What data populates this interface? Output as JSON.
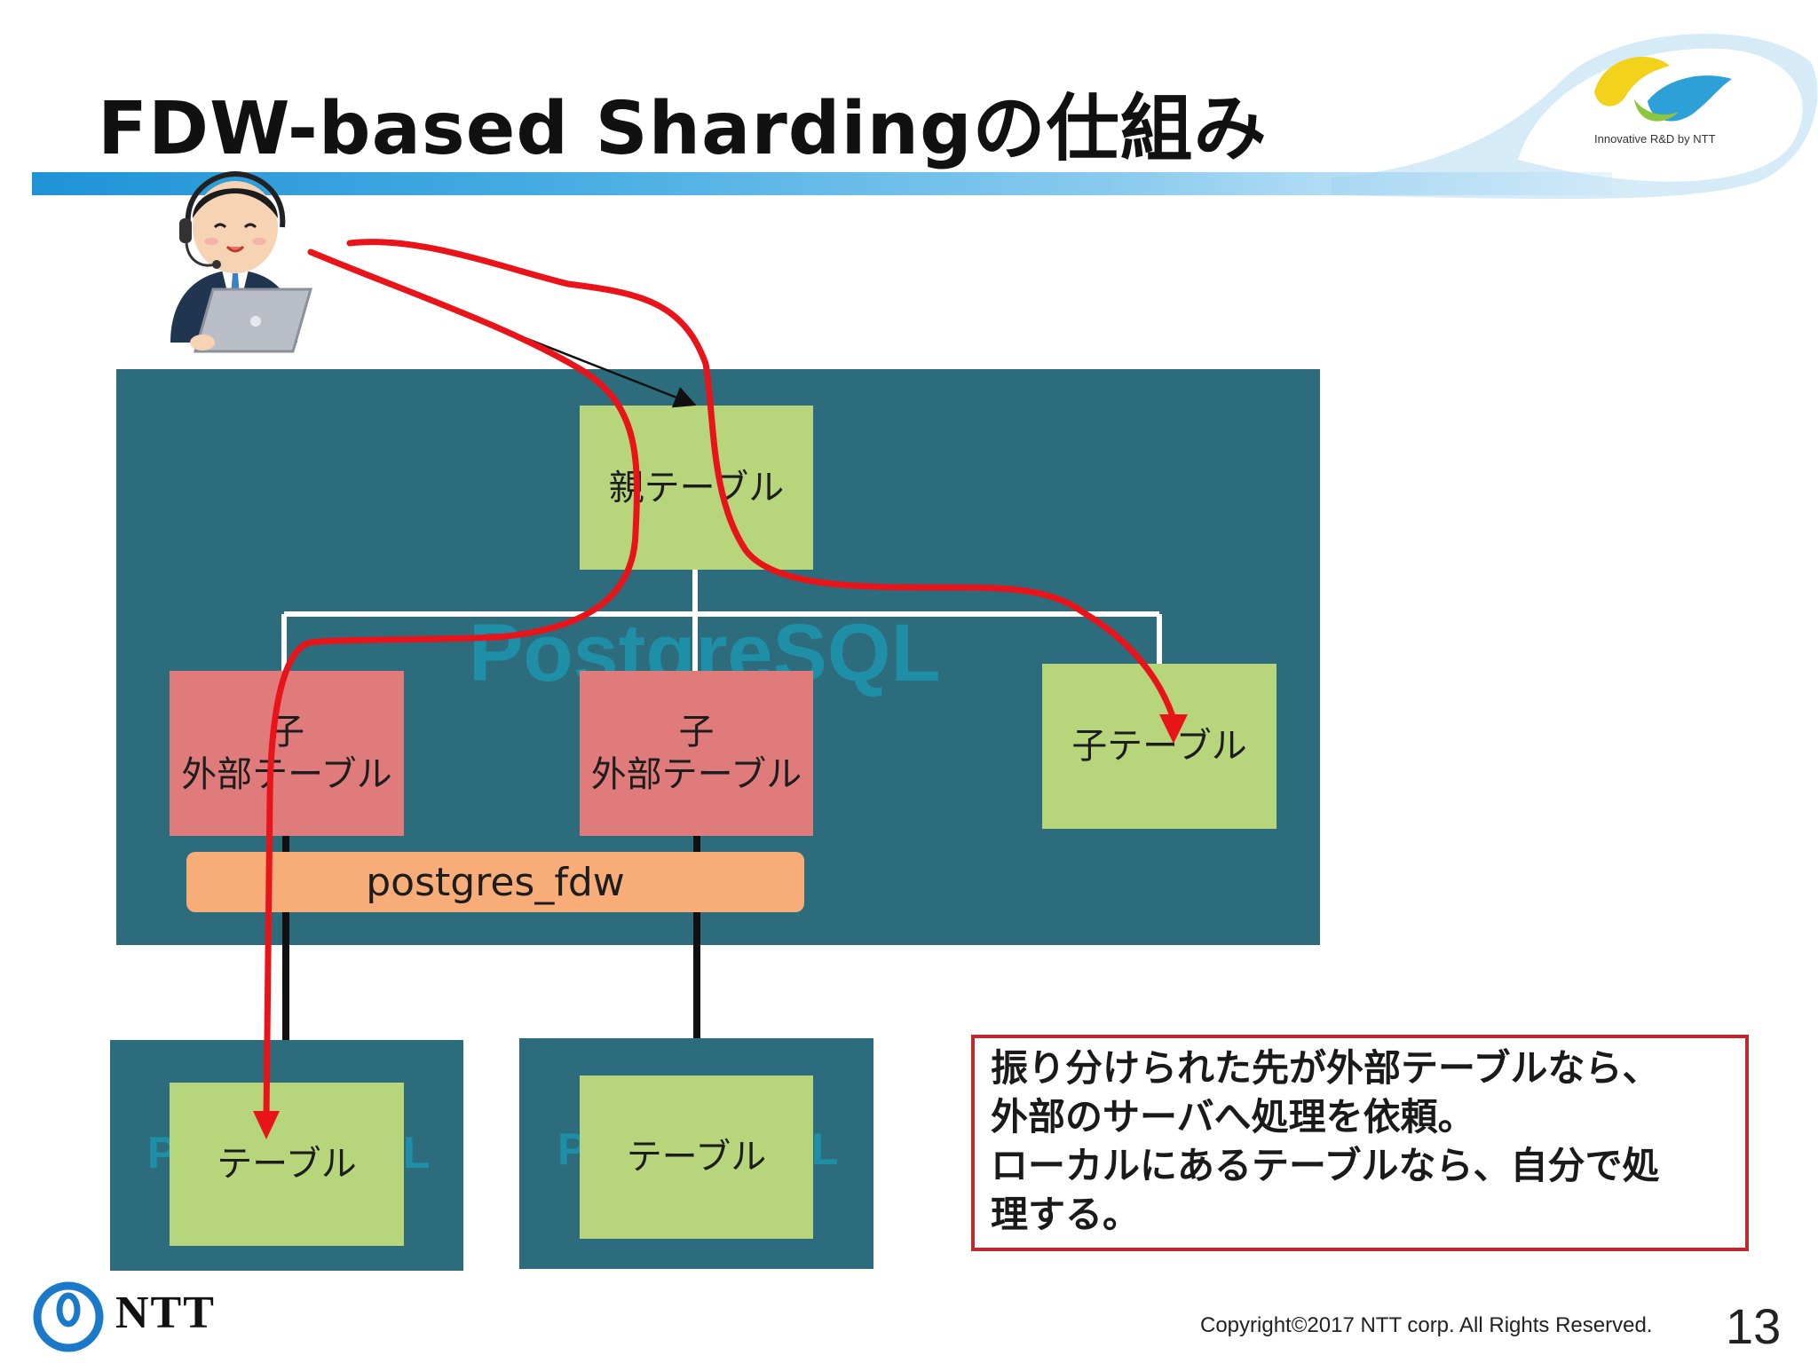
{
  "slide": {
    "title": "FDW-based Shardingの仕組み",
    "logo_tagline": "Innovative R&D by NTT",
    "copyright": "Copyright©2017  NTT corp. All Rights Reserved.",
    "page_number": "13",
    "company": "NTT"
  },
  "diagram": {
    "main_watermark": "PostgreSQL",
    "parent_table": "親テーブル",
    "child_foreign_1": [
      "子",
      "外部テーブル"
    ],
    "child_foreign_2": [
      "子",
      "外部テーブル"
    ],
    "child_local": "子テーブル",
    "fdw_label": "postgres_fdw",
    "remote_table_1": "テーブル",
    "remote_table_2": "テーブル",
    "remote_watermark_left": "P",
    "remote_watermark_right": "L"
  },
  "note": {
    "lines": [
      "振り分けられた先が外部テーブルなら、",
      "外部のサーバへ処理を依頼。",
      "ローカルにあるテーブルなら、自分で処",
      "理する。"
    ]
  },
  "colors": {
    "panel": "#2c6c7d",
    "green_table": "#b7d67c",
    "foreign_table": "#e07b7b",
    "fdw": "#f8ad78",
    "flow_arrow": "#e8141a",
    "note_border": "#c0282d"
  },
  "icons": {
    "user": "operator-with-laptop-icon",
    "logo": "ntt-rd-logo-icon",
    "ntt": "ntt-logo-icon"
  }
}
